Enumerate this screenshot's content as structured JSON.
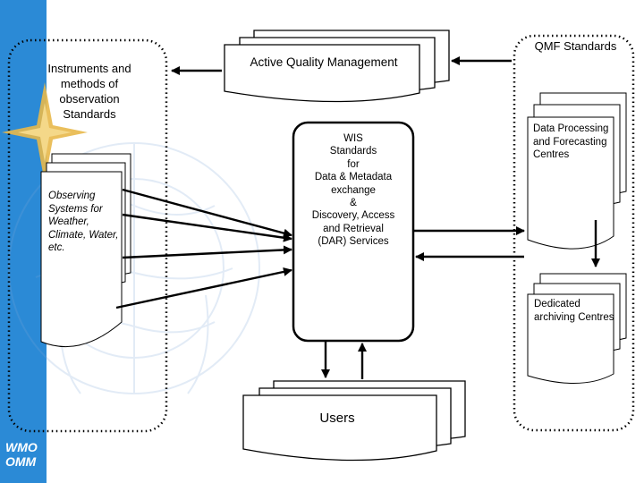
{
  "branding": {
    "logo_line1": "WMO",
    "logo_line2": "OMM",
    "sidebar_color": "#2b8ad6"
  },
  "labels": {
    "instruments": "Instruments and methods of observation Standards",
    "active_quality_management": "Active Quality Management",
    "qmf_standards": "QMF Standards",
    "observing_systems": "Observing Systems for Weather, Climate, Water, etc.",
    "wis": [
      "WIS",
      "Standards",
      "for",
      "Data & Metadata",
      "exchange",
      "&",
      "Discovery, Access",
      "and Retrieval",
      "(DAR) Services"
    ],
    "data_processing": "Data Processing and Forecasting Centres",
    "dedicated_archiving": "Dedicated archiving Centres",
    "users": "Users"
  }
}
